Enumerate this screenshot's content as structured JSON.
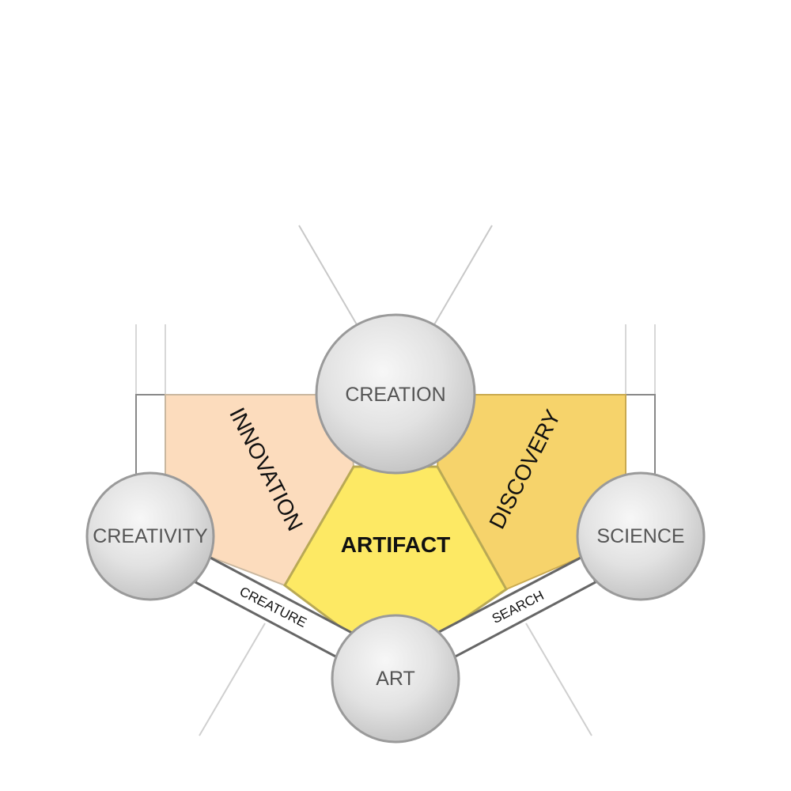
{
  "nodes": {
    "creation": "CREATION",
    "creativity": "CREATIVITY",
    "science": "SCIENCE",
    "art": "ART"
  },
  "regions": {
    "innovation": "INNOVATION",
    "discovery": "DISCOVERY",
    "artifact": "ARTIFACT"
  },
  "bands": {
    "creature": "CREATURE",
    "search": "SEARCH"
  },
  "colors": {
    "innovation": "#fcdcbd",
    "discovery": "#f6d36b",
    "artifact": "#fde964",
    "node_fill_light": "#f6f6f6",
    "node_fill_dark": "#c4c4c4",
    "node_stroke": "#9a9a9a",
    "band_stroke": "#666666",
    "guide_line": "#c8c8c8"
  }
}
